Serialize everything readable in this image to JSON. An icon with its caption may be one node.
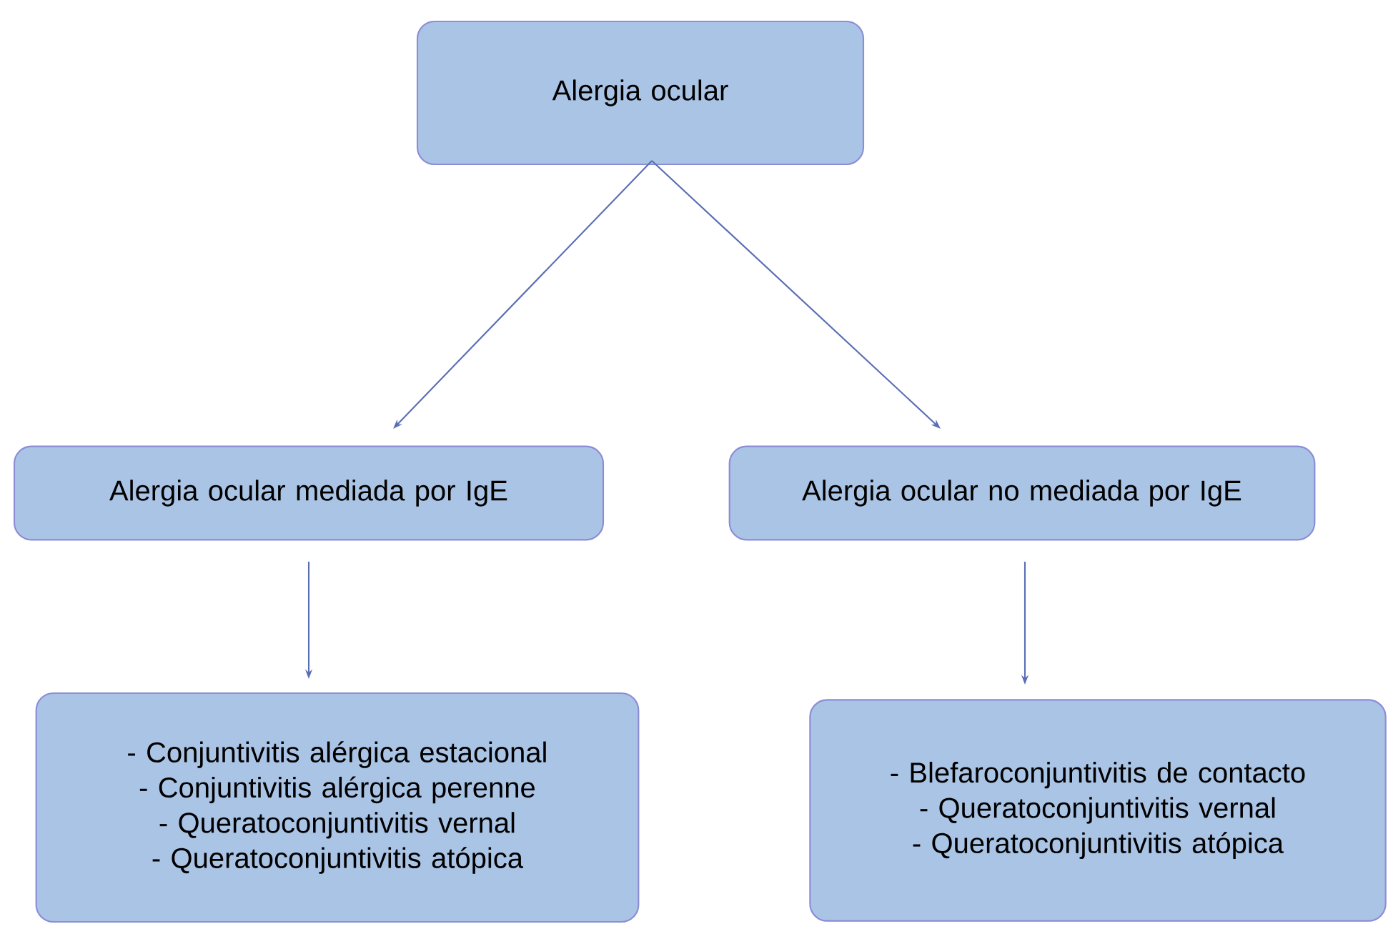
{
  "diagram": {
    "nodes": [
      {
        "text": [
          "Alergia ocular"
        ]
      },
      {
        "text": [
          "Alergia ocular mediada por IgE"
        ]
      },
      {
        "text": [
          "Alergia ocular no mediada por IgE"
        ]
      },
      {
        "text": [
          "- Conjuntivitis alérgica estacional",
          "- Conjuntivitis alérgica perenne",
          "- Queratoconjuntivitis vernal",
          "- Queratoconjuntivitis atópica"
        ]
      },
      {
        "text": [
          "- Blefaroconjuntivitis de contacto",
          "- Queratoconjuntivitis vernal",
          "- Queratoconjuntivitis atópica"
        ]
      }
    ],
    "edges": [
      {
        "from": 0,
        "to": 1,
        "arrow": "to"
      },
      {
        "from": 0,
        "to": 2,
        "arrow": "to"
      },
      {
        "from": 1,
        "to": 3,
        "arrow": "to"
      },
      {
        "from": 2,
        "to": 4,
        "arrow": "to"
      }
    ]
  }
}
